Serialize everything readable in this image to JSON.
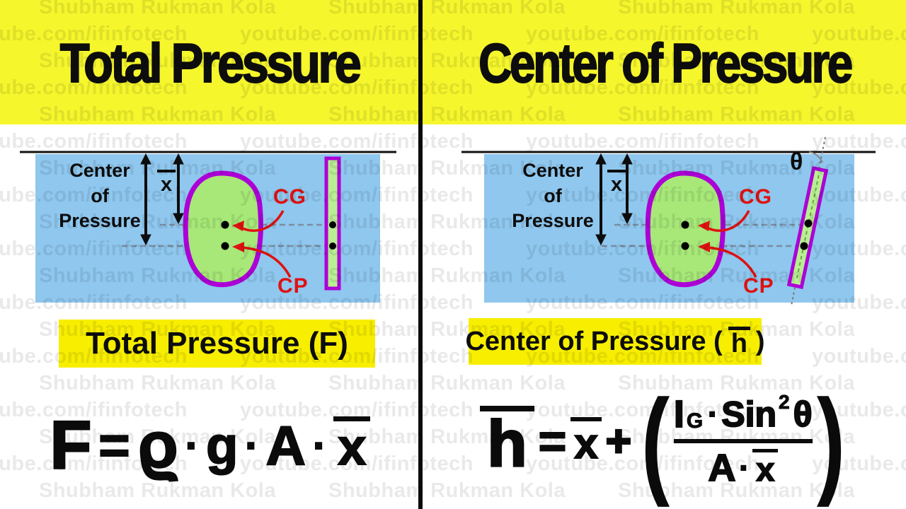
{
  "watermark": {
    "line1": "Shubham Rukman Kola",
    "line2": "youtube.com/ifinfotech"
  },
  "colors": {
    "banner_yellow": "#f5f62c",
    "label_yellow": "#f7ee00",
    "water_blue": "#8fc7ee",
    "blob_green": "#a7e878",
    "plate_green": "#b9ef92",
    "outline_purple": "#ac00d6",
    "annotation_red": "#e01111",
    "text_black": "#0b0b0b"
  },
  "left_panel": {
    "title": "Total Pressure",
    "diagram": {
      "depth_label": [
        "Center",
        "of",
        "Pressure"
      ],
      "xbar": "x",
      "cg": "CG",
      "cp": "CP"
    },
    "sublabel": "Total Pressure (F)",
    "formula": {
      "F": "F",
      "eq": "=",
      "rho": "ϱ",
      "dot": "·",
      "g": "g",
      "A": "A",
      "x": "x"
    }
  },
  "right_panel": {
    "title": "Center of Pressure",
    "diagram": {
      "depth_label": [
        "Center",
        "of",
        "Pressure"
      ],
      "xbar": "x",
      "cg": "CG",
      "cp": "CP",
      "theta": "θ"
    },
    "sublabel_prefix": "Center of Pressure (",
    "sublabel_h": "h",
    "sublabel_suffix": ")",
    "formula": {
      "h": "h",
      "eq": "=",
      "x": "x",
      "plus": "+",
      "paren_open": "(",
      "I": "I",
      "G": "G",
      "dot": "·",
      "sin": "Sin",
      "two": "2",
      "theta": "θ",
      "A": "A",
      "paren_close": ")"
    }
  }
}
